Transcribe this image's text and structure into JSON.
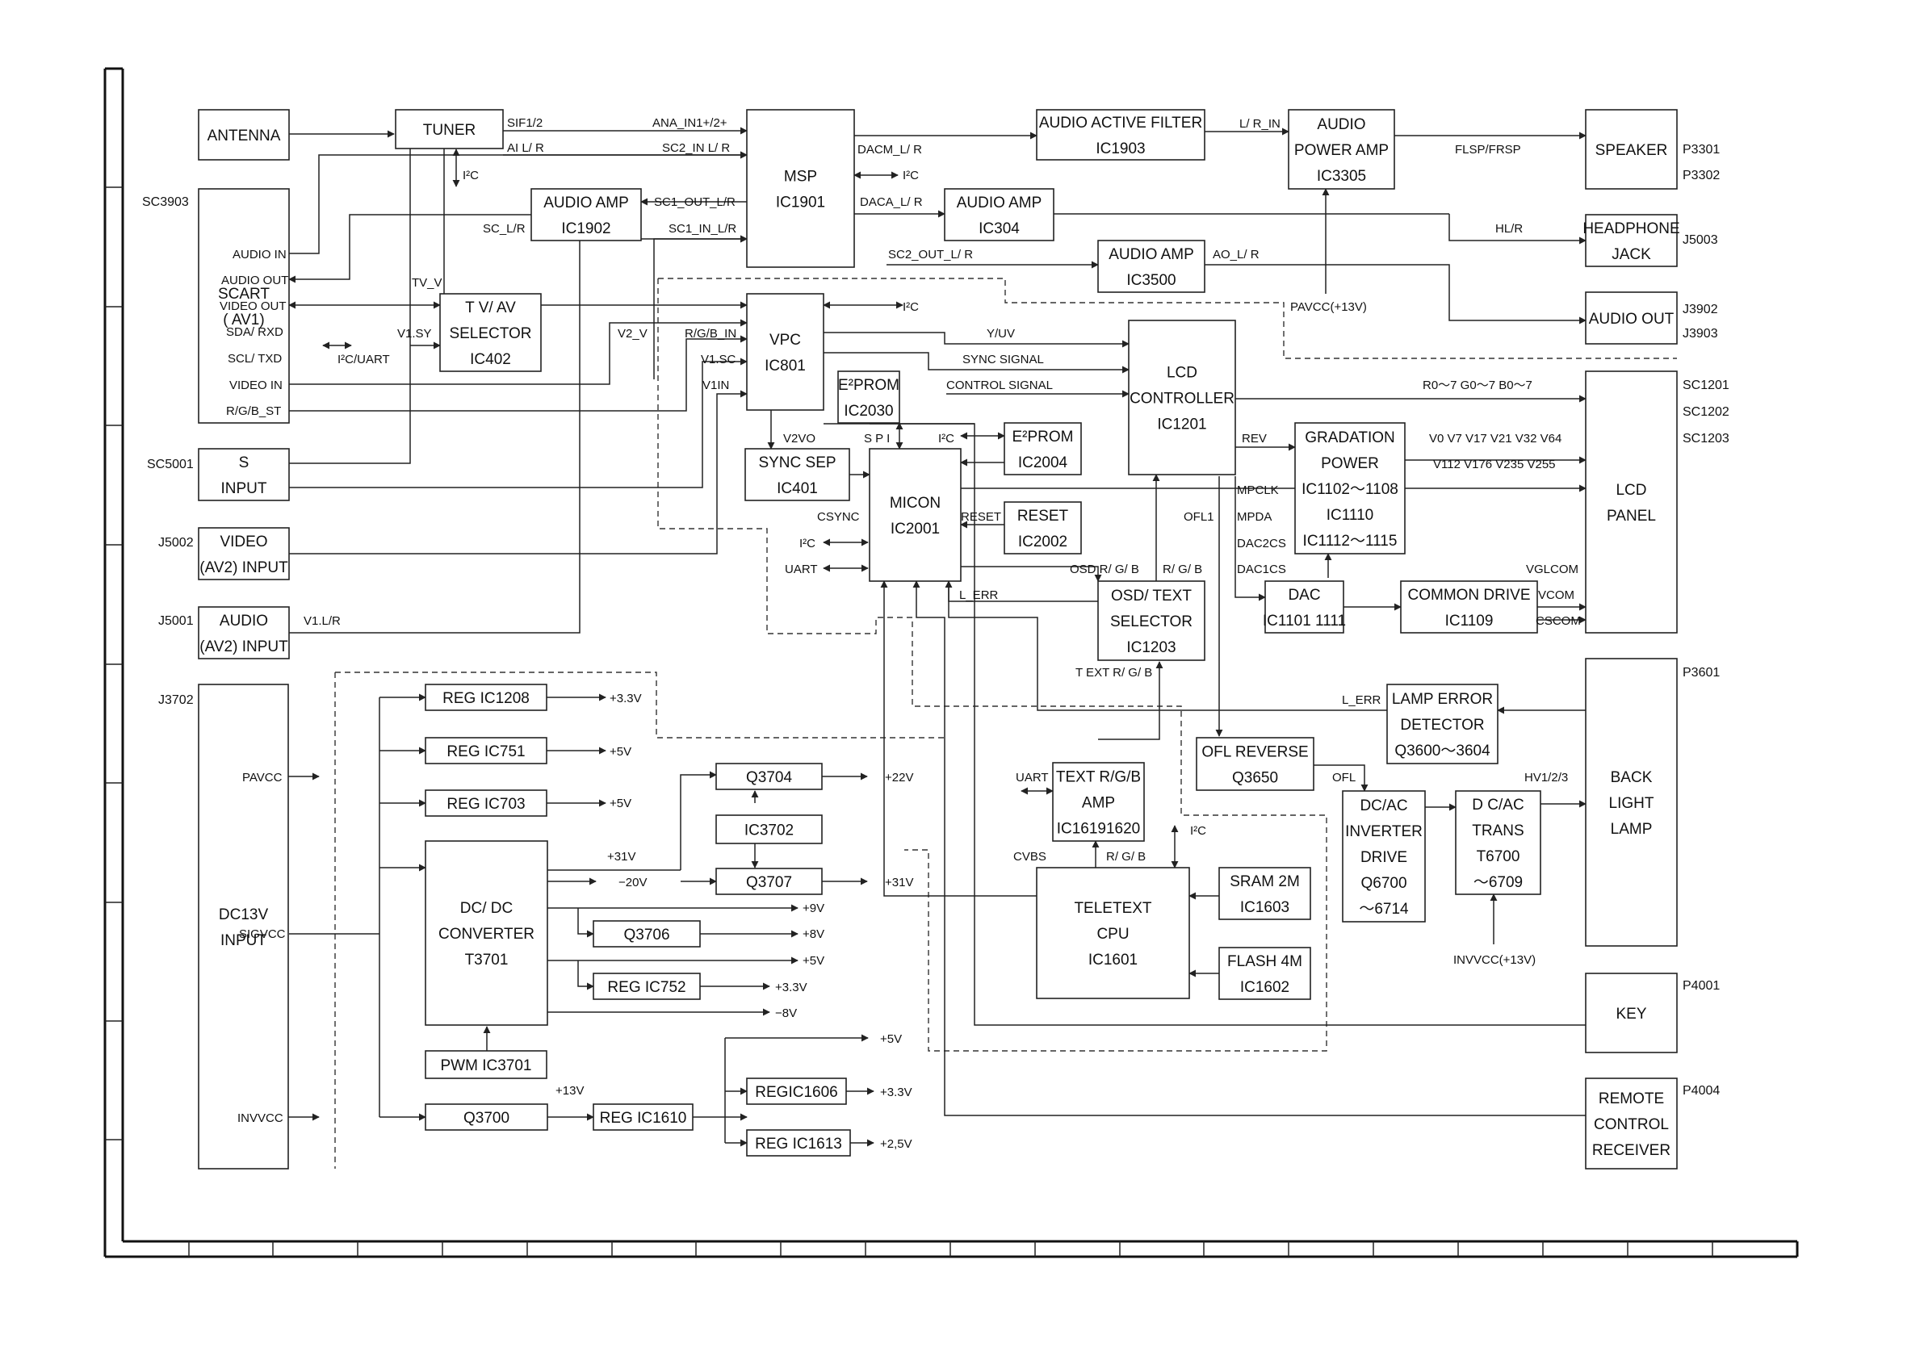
{
  "blocks": {
    "antenna": [
      "ANTENNA"
    ],
    "tuner": [
      "TUNER"
    ],
    "msp": [
      "MSP",
      "IC1901"
    ],
    "audio_filter": [
      "AUDIO ACTIVE FILTER",
      "IC1903"
    ],
    "audio_power_amp": [
      "AUDIO",
      "POWER AMP",
      "IC3305"
    ],
    "speaker": [
      "SPEAKER"
    ],
    "scart": [
      "SCART",
      "( AV1)"
    ],
    "audio_amp_1902": [
      "AUDIO AMP",
      "IC1902"
    ],
    "audio_amp_304": [
      "AUDIO AMP",
      "IC304"
    ],
    "headphone_jack": [
      "HEADPHONE",
      "JACK"
    ],
    "audio_amp_3500": [
      "AUDIO AMP",
      "IC3500"
    ],
    "audio_out": [
      "AUDIO OUT"
    ],
    "tvav_selector": [
      "T V/ AV",
      "SELECTOR",
      "IC402"
    ],
    "vpc": [
      "VPC",
      "IC801"
    ],
    "lcd_controller": [
      "LCD",
      "CONTROLLER",
      "IC1201"
    ],
    "lcd_panel": [
      "LCD",
      "PANEL"
    ],
    "eeprom_2030": [
      "E²PROM",
      "IC2030"
    ],
    "eeprom_2004": [
      "E²PROM",
      "IC2004"
    ],
    "gradation_power": [
      "GRADATION",
      "POWER",
      "IC1102～1108",
      "IC1110",
      "IC1112～1115"
    ],
    "s_input": [
      "S",
      "INPUT"
    ],
    "sync_sep": [
      "SYNC  SEP",
      "IC401"
    ],
    "micon": [
      "MICON",
      "IC2001"
    ],
    "reset": [
      "RESET",
      "IC2002"
    ],
    "video_av2": [
      "VIDEO",
      "(AV2) INPUT"
    ],
    "osd_text_selector": [
      "OSD/ TEXT",
      "SELECTOR",
      "IC1203"
    ],
    "dac": [
      "DAC",
      "IC1101 1111"
    ],
    "common_drive": [
      "COMMON DRIVE",
      "IC1109"
    ],
    "audio_av2": [
      "AUDIO",
      "(AV2) INPUT"
    ],
    "dc13v_input": [
      "DC13V",
      "INPUT"
    ],
    "reg_1208": [
      "REG   IC1208"
    ],
    "reg_751": [
      "REG   IC751"
    ],
    "reg_703": [
      "REG   IC703"
    ],
    "dcdc_converter": [
      "DC/ DC",
      "CONVERTER",
      "T3701"
    ],
    "q3704": [
      "Q3704"
    ],
    "ic3702": [
      "IC3702"
    ],
    "q3707": [
      "Q3707"
    ],
    "q3706": [
      "Q3706"
    ],
    "reg_752": [
      "REG   IC752"
    ],
    "pwm": [
      "PWM   IC3701"
    ],
    "q3700": [
      "Q3700"
    ],
    "reg_1610": [
      "REG  IC1610"
    ],
    "reg_1606": [
      "REGIC1606"
    ],
    "reg_1613": [
      "REG   IC1613"
    ],
    "text_rgb_amp": [
      "TEXT R/G/B",
      "AMP",
      "IC16191620"
    ],
    "ofl_reverse": [
      "OFL REVERSE",
      "Q3650"
    ],
    "lamp_error_detector": [
      "LAMP ERROR",
      "DETECTOR",
      "Q3600～3604"
    ],
    "back_light_lamp": [
      "BACK",
      "LIGHT",
      "LAMP"
    ],
    "dcac_inverter": [
      "DC/AC",
      "INVERTER",
      "DRIVE",
      "Q6700",
      "～6714"
    ],
    "dcac_trans": [
      "D C/AC",
      "TRANS",
      "T6700",
      "～6709"
    ],
    "teletext_cpu": [
      "TELETEXT",
      "CPU",
      "IC1601"
    ],
    "sram": [
      "SRAM 2M",
      "IC1603"
    ],
    "flash": [
      "FLASH 4M",
      "IC1602"
    ],
    "key": [
      "KEY"
    ],
    "remote": [
      "REMOTE",
      "CONTROL",
      "RECEIVER"
    ]
  },
  "labels": {
    "sif": "SIF1/2",
    "ai_lr": "AI L/ R",
    "ana_in": "ANA_IN1+/2+",
    "sc2_in": "SC2_IN L/ R",
    "dacm": "DACM_L/ R",
    "i2c_msp": "I²C",
    "i2c_tuner": "I²C",
    "lr_in": "L/ R_IN",
    "flsp": "FLSP/FRSP",
    "sc1_out": "SC1_OUT_L/R",
    "dacа": "DACA_L/ R",
    "sc_lr": "SC_L/R",
    "sc1_in": "SC1_IN_L/R",
    "sc2_out": "SC2_OUT_L/ R",
    "hl_r": "HL/R",
    "ao_lr": "AO_L/ R",
    "pavcc13": "PAVCC(+13V)",
    "tv_v": "TV_V",
    "i2c_vpc": "I²C",
    "v1sy": "V1.SY",
    "i2c_uart": "I²C/UART",
    "v2v": "V2_V",
    "rgb_in": "R/G/B_IN",
    "yuv": "Y/UV",
    "sync_signal": "SYNC SIGNAL",
    "v1sc": "V1.SC",
    "v1in": "V1IN",
    "control_signal": "CONTROL SIGNAL",
    "rgb_bits": "R0～7   G0～7   B0～7",
    "v2vo": "V2VO",
    "spi": "S P I",
    "i2c_e2": "I²C",
    "rev": "REV",
    "vlist1": "V0 V7 V17 V21 V32 V64",
    "vlist2": "V112 V176 V235 V255",
    "mpclk": "MPCLK",
    "csync": "CSYNC",
    "reset_lbl": "RESET",
    "ofl1": "OFL1",
    "mpda": "MPDA",
    "i2c_micon": "I²C",
    "dac2cs": "DAC2CS",
    "uart_micon": "UART",
    "osd_rgb": "OSD R/ G/ B",
    "rgb_b": "R/ G/ B",
    "dac1cs": "DAC1CS",
    "vglcom": "VGLCOM",
    "l_err1": "L_ERR",
    "vcom": "VCOM",
    "v1lr": "V1.L/R",
    "cscom": "CSCOM",
    "text_rgb": "T EXT R/ G/ B",
    "l_err2": "L_ERR",
    "p33v": "+3.3V",
    "p5v_751": "+5V",
    "uart_text": "UART",
    "ofl": "OFL",
    "hv123": "HV1/2/3",
    "p5v_703": "+5V",
    "p22v": "+22V",
    "pavcc": "PAVCC",
    "p31v_lbl": "+31V",
    "m20v": "−20V",
    "p31v": "+31V",
    "cvbs": "CVBS",
    "rgb_tt": "R/ G/ B",
    "i2c_tt": "I²C",
    "p9v": "+9V",
    "sigvcc": "SIGVCC",
    "p8v": "+8V",
    "p5v_b": "+5V",
    "p33v_752": "+3.3V",
    "invvcc13": "INVVCC(+13V)",
    "m8v": "−8V",
    "p5v_top": "+5V",
    "p13v": "+13V",
    "p33v_1606": "+3.3V",
    "invvcc": "INVVCC",
    "p25v": "+2,5V",
    "in_audio_in": "AUDIO IN",
    "in_audio_out": "AUDIO OUT",
    "in_video_out": "VIDEO OUT",
    "in_sda": "SDA/ RXD",
    "in_scl": "SCL/ TXD",
    "in_video_in": "VIDEO IN",
    "in_rgb_st": "R/G/B_ST"
  },
  "refs": {
    "sc3903": "SC3903",
    "p3301": "P3301",
    "p3302": "P3302",
    "j5003": "J5003",
    "j3902": "J3902",
    "j3903": "J3903",
    "sc1201": "SC1201",
    "sc1202": "SC1202",
    "sc1203": "SC1203",
    "sc5001": "SC5001",
    "j5002": "J5002",
    "j5001": "J5001",
    "j3702": "J3702",
    "p3601": "P3601",
    "p4001": "P4001",
    "p4004": "P4004"
  }
}
